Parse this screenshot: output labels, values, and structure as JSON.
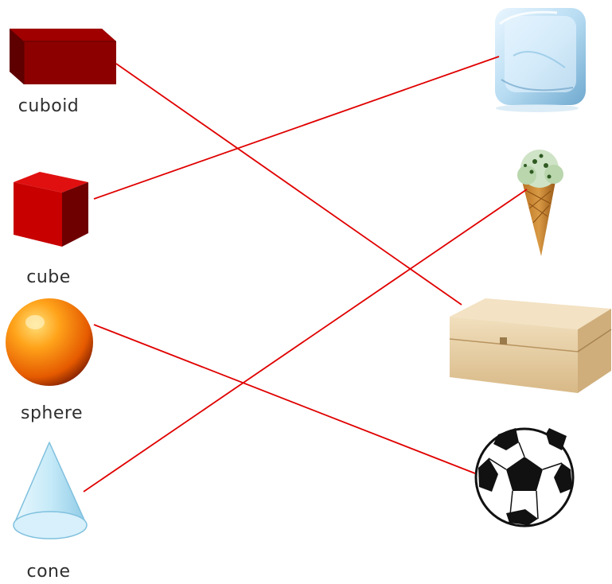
{
  "shapes": [
    {
      "id": "cuboid",
      "label": "cuboid",
      "matches": "box"
    },
    {
      "id": "cube",
      "label": "cube",
      "matches": "ice-cube"
    },
    {
      "id": "sphere",
      "label": "sphere",
      "matches": "football"
    },
    {
      "id": "cone",
      "label": "cone",
      "matches": "ice-cream-cone"
    }
  ],
  "objects": [
    "ice-cube",
    "ice-cream-cone",
    "box",
    "football"
  ],
  "colors": {
    "line": "#e00000",
    "shape_red": "#c00000",
    "shape_dark_red": "#7a0000",
    "sphere_orange": "#f07000",
    "cone_blue": "#a8d8ef",
    "wood": "#ead3a8"
  }
}
